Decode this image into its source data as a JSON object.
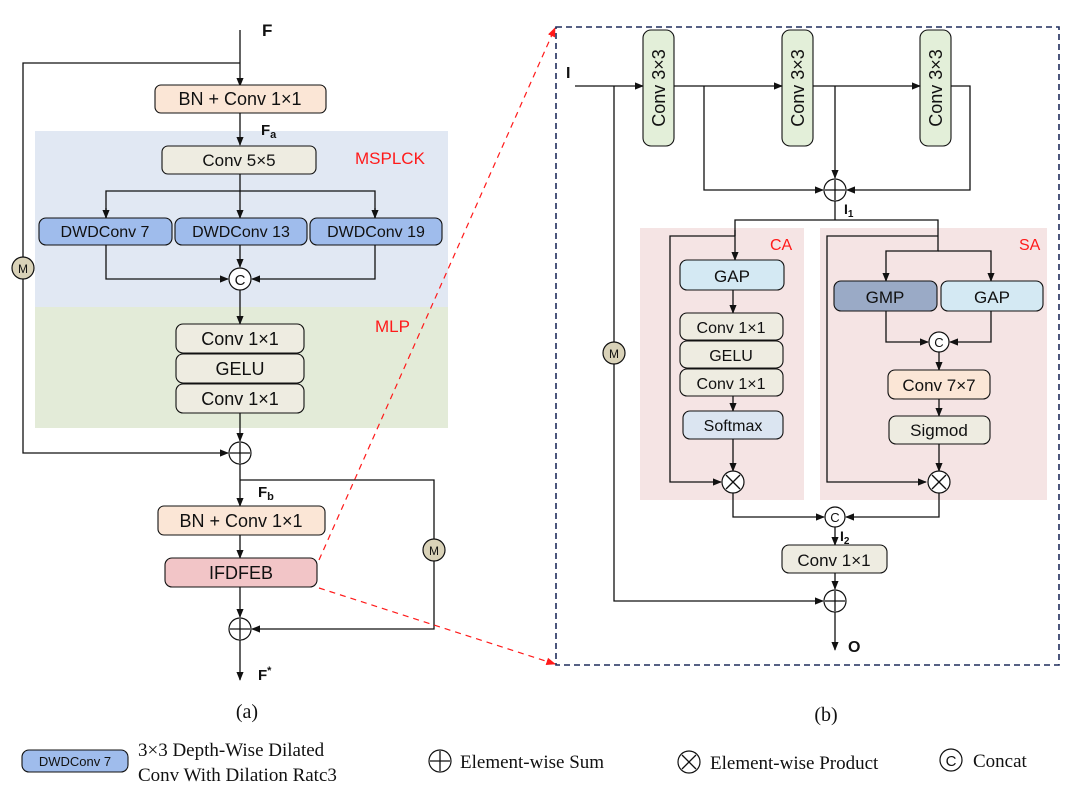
{
  "panel_a": {
    "input_label": "F",
    "fa_label": "F",
    "fa_sub": "a",
    "bn_conv_1": "BN + Conv 1×1",
    "msplck_label": "MSPLCK",
    "conv5": "Conv 5×5",
    "dwd7": "DWDConv 7",
    "dwd13": "DWDConv 13",
    "dwd19": "DWDConv 19",
    "concat_sym": "C",
    "mlp_label": "MLP",
    "mlp_conv1": "Conv 1×1",
    "mlp_gelu": "GELU",
    "mlp_conv2": "Conv 1×1",
    "m_left": "M",
    "fb_label": "F",
    "fb_sub": "b",
    "bn_conv_2": "BN + Conv 1×1",
    "ifdfeb": "IFDFEB",
    "m_right": "M",
    "output_label": "F",
    "output_sup": "*",
    "caption": "(a)"
  },
  "panel_b": {
    "input_label": "I",
    "conv3_1": "Conv 3×3",
    "conv3_2": "Conv 3×3",
    "conv3_3": "Conv 3×3",
    "i1_label": "I",
    "i1_sub": "1",
    "ca_label": "CA",
    "ca_gap": "GAP",
    "ca_conv1": "Conv 1×1",
    "ca_gelu": "GELU",
    "ca_conv2": "Conv 1×1",
    "ca_softmax": "Softmax",
    "sa_label": "SA",
    "sa_gmp": "GMP",
    "sa_gap": "GAP",
    "sa_concat": "C",
    "sa_conv7": "Conv 7×7",
    "sa_sigmod": "Sigmod",
    "m_left": "M",
    "concat2": "C",
    "i2_label": "I",
    "i2_sub": "2",
    "conv1_final": "Conv 1×1",
    "output_label": "O",
    "caption": "(b)"
  },
  "legend": {
    "dwd_box": "DWDConv 7",
    "dwd_desc_line1": "3×3 Depth-Wise Dilated",
    "dwd_desc_line2": "Conv With Dilation Ratc3",
    "sum_desc": "Element-wise Sum",
    "product_desc": "Element-wise Product",
    "concat_sym": "C",
    "concat_desc": "Concat"
  },
  "colors": {
    "msplck_bg": "#e1e8f3",
    "mlp_bg": "#e3ebd8",
    "attention_bg": "#f5e4e4",
    "bn_conv_fill": "#fbe6d6",
    "neutral_fill": "#eeece1",
    "dwd_fill": "#9fbcec",
    "ifdfeb_fill": "#f2c5c7",
    "conv3_fill": "#e3efd9",
    "gap_fill": "#d4e9f3",
    "gmp_fill": "#9aaac6",
    "softmax_fill": "#dbe5f1",
    "m_fill": "#d9d2b8",
    "accent_red": "#ff1a1a",
    "border_navy": "#1f2d5c"
  }
}
